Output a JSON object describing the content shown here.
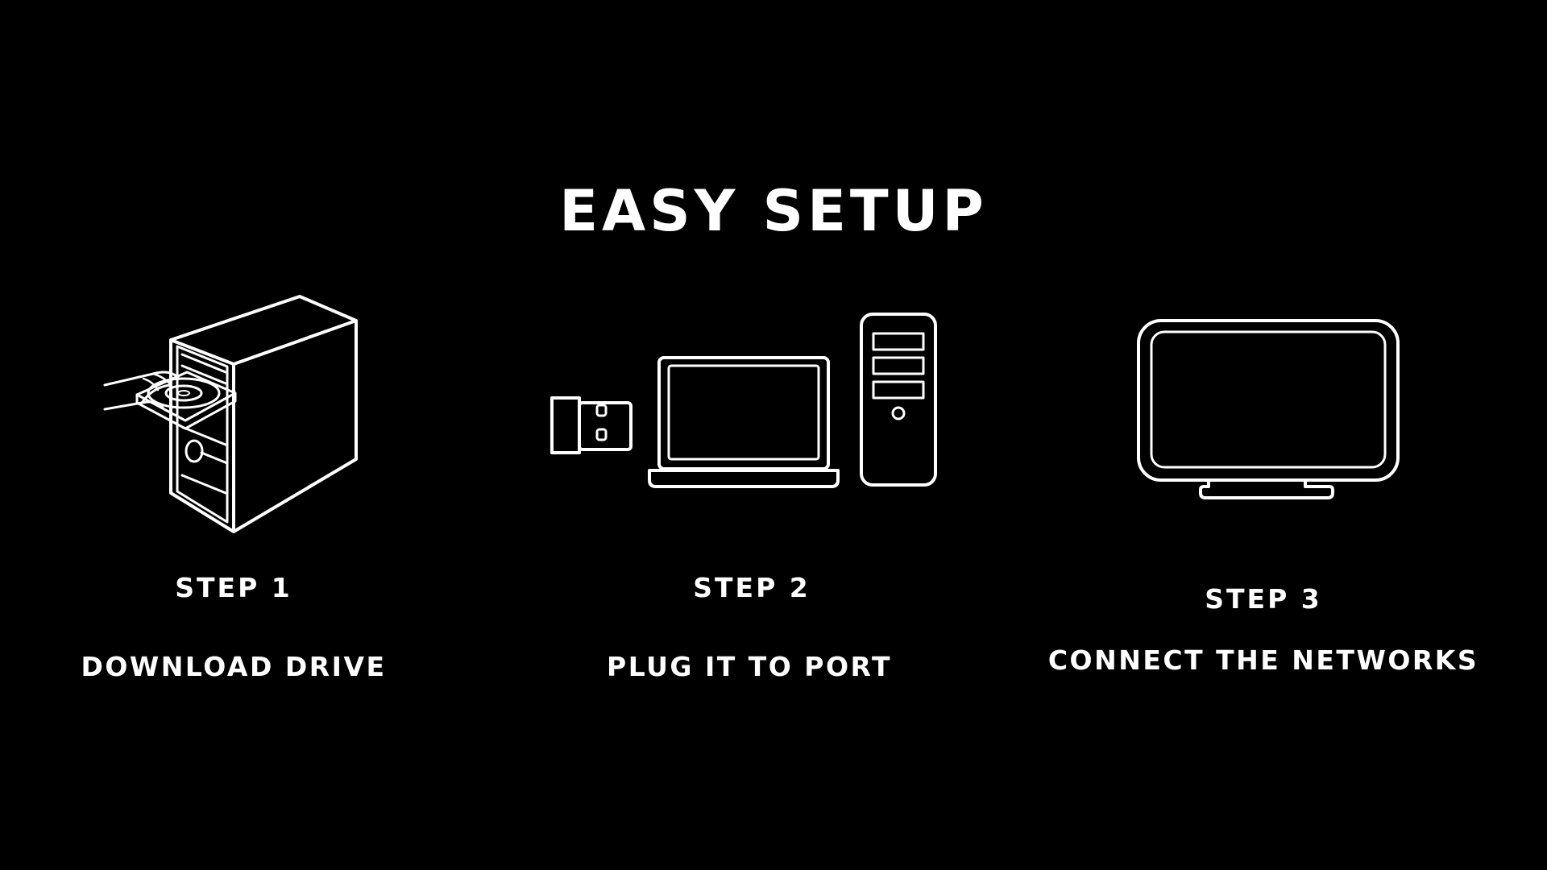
{
  "title": "EASY SETUP",
  "colors": {
    "background": "#000000",
    "foreground": "#ffffff"
  },
  "steps": [
    {
      "number_label": "STEP 1",
      "description": "DOWNLOAD DRIVE",
      "icon": "pc-tower-disc-icon"
    },
    {
      "number_label": "STEP 2",
      "description": "PLUG IT TO PORT",
      "icon": "usb-laptop-desktop-icon"
    },
    {
      "number_label": "STEP 3",
      "description": "CONNECT THE NETWORKS",
      "icon": "monitor-icon"
    }
  ]
}
